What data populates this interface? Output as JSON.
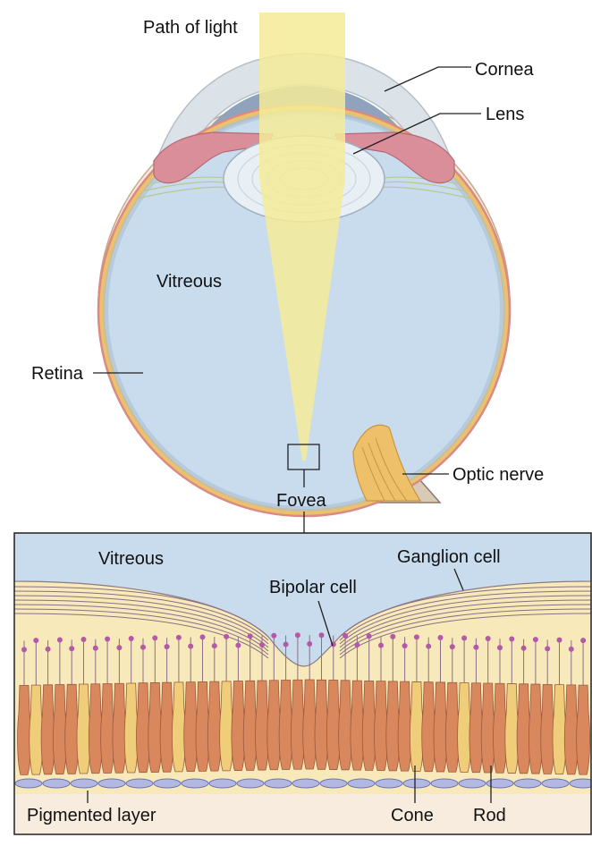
{
  "labels": {
    "path_of_light": "Path of light",
    "cornea": "Cornea",
    "lens": "Lens",
    "vitreous": "Vitreous",
    "retina": "Retina",
    "optic_nerve": "Optic nerve",
    "fovea": "Fovea",
    "detail_vitreous": "Vitreous",
    "ganglion_cell": "Ganglion cell",
    "bipolar_cell": "Bipolar cell",
    "pigmented_layer": "Pigmented layer",
    "cone": "Cone",
    "rod": "Rod"
  },
  "colors": {
    "light_beam": "#f4eb98",
    "vitreous": "#c8dcee",
    "anterior_chamber": "#8fa4bc",
    "cornea": "#dbe3e8",
    "sclera": "#f6ead8",
    "retina": "#eec06a",
    "iris": "#d98e9a",
    "lens": "#e8eff5",
    "outer_layer": "#f7e9ba",
    "cone": "#d9875d",
    "rod": "#efcd79",
    "pigment_cell": "#b3b8e2",
    "nuclei": "#b458a8",
    "fiber": "#8a6f85"
  }
}
